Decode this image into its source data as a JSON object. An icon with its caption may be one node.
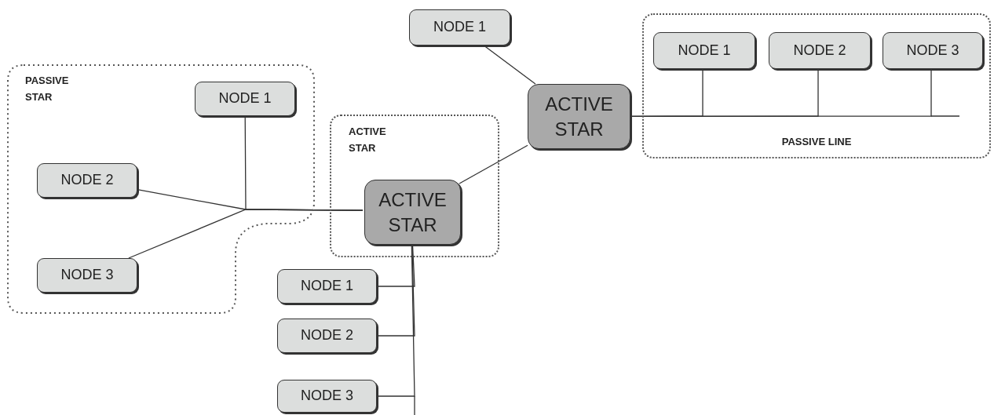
{
  "diagram": {
    "nodes": [
      {
        "text": [
          "PASSIVE STAR"
        ]
      },
      {
        "text": [
          "NODE 1"
        ],
        "in": 0
      },
      {
        "text": [
          "NODE 2"
        ],
        "in": 0
      },
      {
        "text": [
          "NODE 3"
        ],
        "in": 0
      },
      {
        "text": [
          "ACTIVE STAR"
        ]
      },
      {
        "text": [
          "ACTIVE STAR"
        ],
        "in": 4
      },
      {
        "text": [
          "NODE 1"
        ]
      },
      {
        "text": [
          "NODE 2"
        ]
      },
      {
        "text": [
          "NODE 3"
        ]
      },
      {
        "text": [
          "NODE 1"
        ]
      },
      {
        "text": [
          "ACTIVE STAR"
        ]
      },
      {
        "text": [
          "PASSIVE LINE"
        ]
      },
      {
        "text": [
          "NODE 1"
        ],
        "in": 11
      },
      {
        "text": [
          "NODE 2"
        ],
        "in": 11
      },
      {
        "text": [
          "NODE 3"
        ],
        "in": 11
      }
    ],
    "edges": [
      {
        "from": 1,
        "to": 5,
        "arrow": "none"
      },
      {
        "from": 2,
        "to": 5,
        "arrow": "none"
      },
      {
        "from": 3,
        "to": 5,
        "arrow": "none"
      },
      {
        "from": 5,
        "to": 6,
        "arrow": "none"
      },
      {
        "from": 5,
        "to": 7,
        "arrow": "none"
      },
      {
        "from": 5,
        "to": 8,
        "arrow": "none"
      },
      {
        "from": 9,
        "to": 10,
        "arrow": "none"
      },
      {
        "from": 5,
        "to": 10,
        "arrow": "none"
      },
      {
        "from": 10,
        "to": 12,
        "arrow": "none"
      },
      {
        "from": 10,
        "to": 13,
        "arrow": "none"
      },
      {
        "from": 10,
        "to": 14,
        "arrow": "none"
      }
    ]
  }
}
